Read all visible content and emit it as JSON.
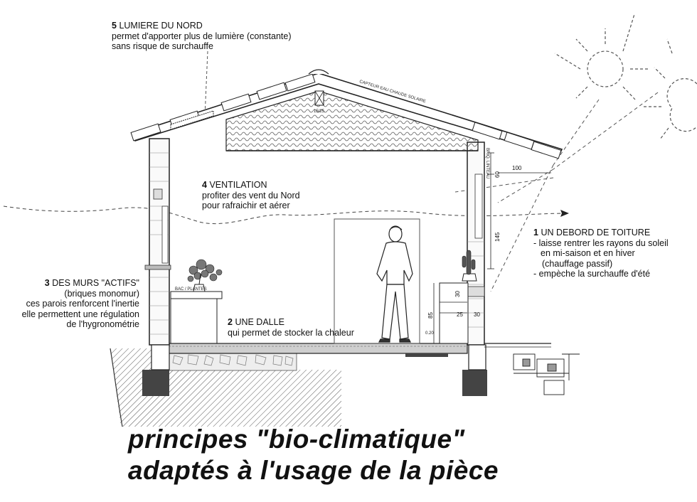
{
  "annotations": {
    "lumiere": {
      "number": "5",
      "title": "LUMIERE DU NORD",
      "lines": [
        "permet d'apporter plus de lumière  (constante)",
        "sans risque de surchauffe"
      ]
    },
    "ventilation": {
      "number": "4",
      "title": "VENTILATION",
      "lines": [
        "profiter des vent du Nord",
        "pour rafraichir et aérer"
      ]
    },
    "debord": {
      "number": "1",
      "title": "UN DEBORD DE TOITURE",
      "lines": [
        "- laisse rentrer les rayons du soleil",
        "en mi-saison et en hiver",
        "(chauffage passif)",
        "- empèche la surchauffe d'été"
      ]
    },
    "murs": {
      "number": "3",
      "title": "DES MURS  \"ACTIFS\"",
      "lines": [
        "(briques monomur)",
        "ces parois renforcent l'inertie",
        "elle permettent  une régulation",
        "de l'hygronométrie"
      ]
    },
    "dalle": {
      "number": "2",
      "title": "UNE DALLE",
      "lines": [
        "qui permet de stocker la chaleur"
      ]
    }
  },
  "drawing_labels": {
    "capteur": "CAPTEUR EAU CHAUDE SOLAIRE",
    "faitage": "15/25",
    "bac_plantes": "BAC / PLANTES",
    "brique_linteau": "BRIQ. LINTEAU",
    "dim_100": "100",
    "dim_60": "60",
    "dim_145": "145",
    "dim_30a": "30",
    "dim_25": "25",
    "dim_30b": "30",
    "dim_85": "85",
    "dim_020": "0.20"
  },
  "title": {
    "line1": "principes \"bio-climatique\"",
    "line2": "adaptés à l'usage de la pièce"
  }
}
